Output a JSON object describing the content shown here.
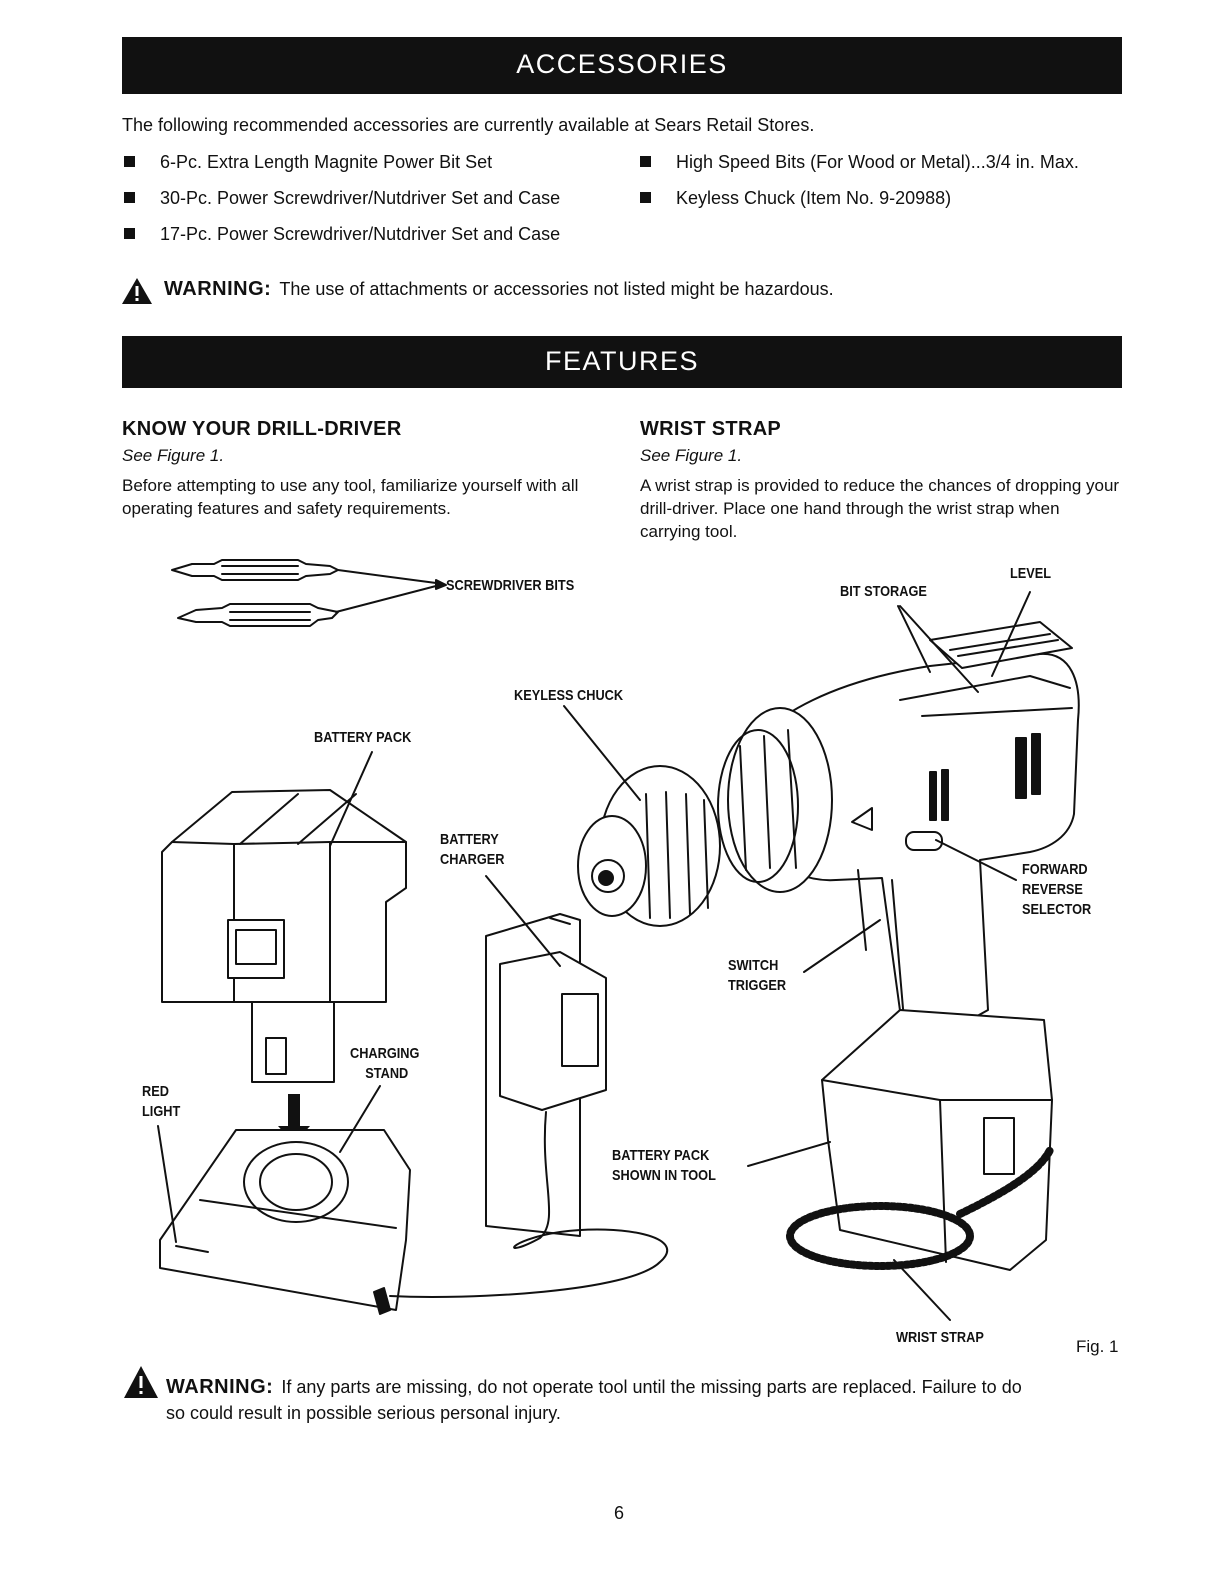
{
  "accessories": {
    "banner": "ACCESSORIES",
    "intro": "The following recommended accessories are currently available at Sears Retail Stores.",
    "left_items": [
      "6-Pc. Extra Length Magnite Power Bit Set",
      "30-Pc. Power Screwdriver/Nutdriver Set and Case",
      "17-Pc. Power Screwdriver/Nutdriver Set and Case"
    ],
    "right_items": [
      "High Speed Bits (For Wood or Metal)...3/4 in. Max.",
      "Keyless Chuck (Item No. 9-20988)"
    ],
    "warning_label": "WARNING:",
    "warning_text": "The use of attachments or accessories not listed might be hazardous."
  },
  "features": {
    "banner": "FEATURES",
    "know": {
      "heading": "KNOW YOUR DRILL-DRIVER",
      "see": "See Figure 1.",
      "text": "Before attempting to use any tool, familiarize yourself with all operating features and safety requirements."
    },
    "wrist": {
      "heading": "WRIST STRAP",
      "see": "See Figure 1.",
      "text": "A wrist strap is provided to reduce the chances of dropping your drill-driver. Place one hand through the wrist strap when carrying tool."
    }
  },
  "figure": {
    "labels": {
      "screwdriver_bits": "SCREWDRIVER BITS",
      "bit_storage": "BIT STORAGE",
      "level": "LEVEL",
      "keyless_chuck": "KEYLESS CHUCK",
      "battery_pack": "BATTERY PACK",
      "battery_charger_1": "BATTERY",
      "battery_charger_2": "CHARGER",
      "forward_1": "FORWARD",
      "forward_2": "REVERSE",
      "forward_3": "SELECTOR",
      "switch_1": "SWITCH",
      "switch_2": "TRIGGER",
      "charging_1": "CHARGING",
      "charging_2": "STAND",
      "red_1": "RED",
      "red_2": "LIGHT",
      "shown_1": "BATTERY PACK",
      "shown_2": "SHOWN IN TOOL",
      "wrist_strap": "WRIST STRAP",
      "fig": "Fig. 1"
    }
  },
  "bottom_warning": {
    "label": "WARNING:",
    "line1": "If any parts are missing, do not operate tool until the missing parts are replaced. Failure to do",
    "line2": "so could result in possible serious personal injury."
  },
  "page_number": "6"
}
